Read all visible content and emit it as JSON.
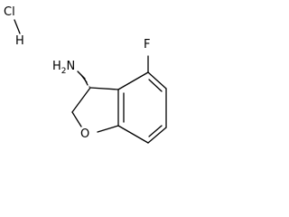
{
  "molecule": {
    "salt_label": "ClH",
    "amine_label": "NH2",
    "fluoro_label": "F",
    "oxygen_label": "O"
  }
}
